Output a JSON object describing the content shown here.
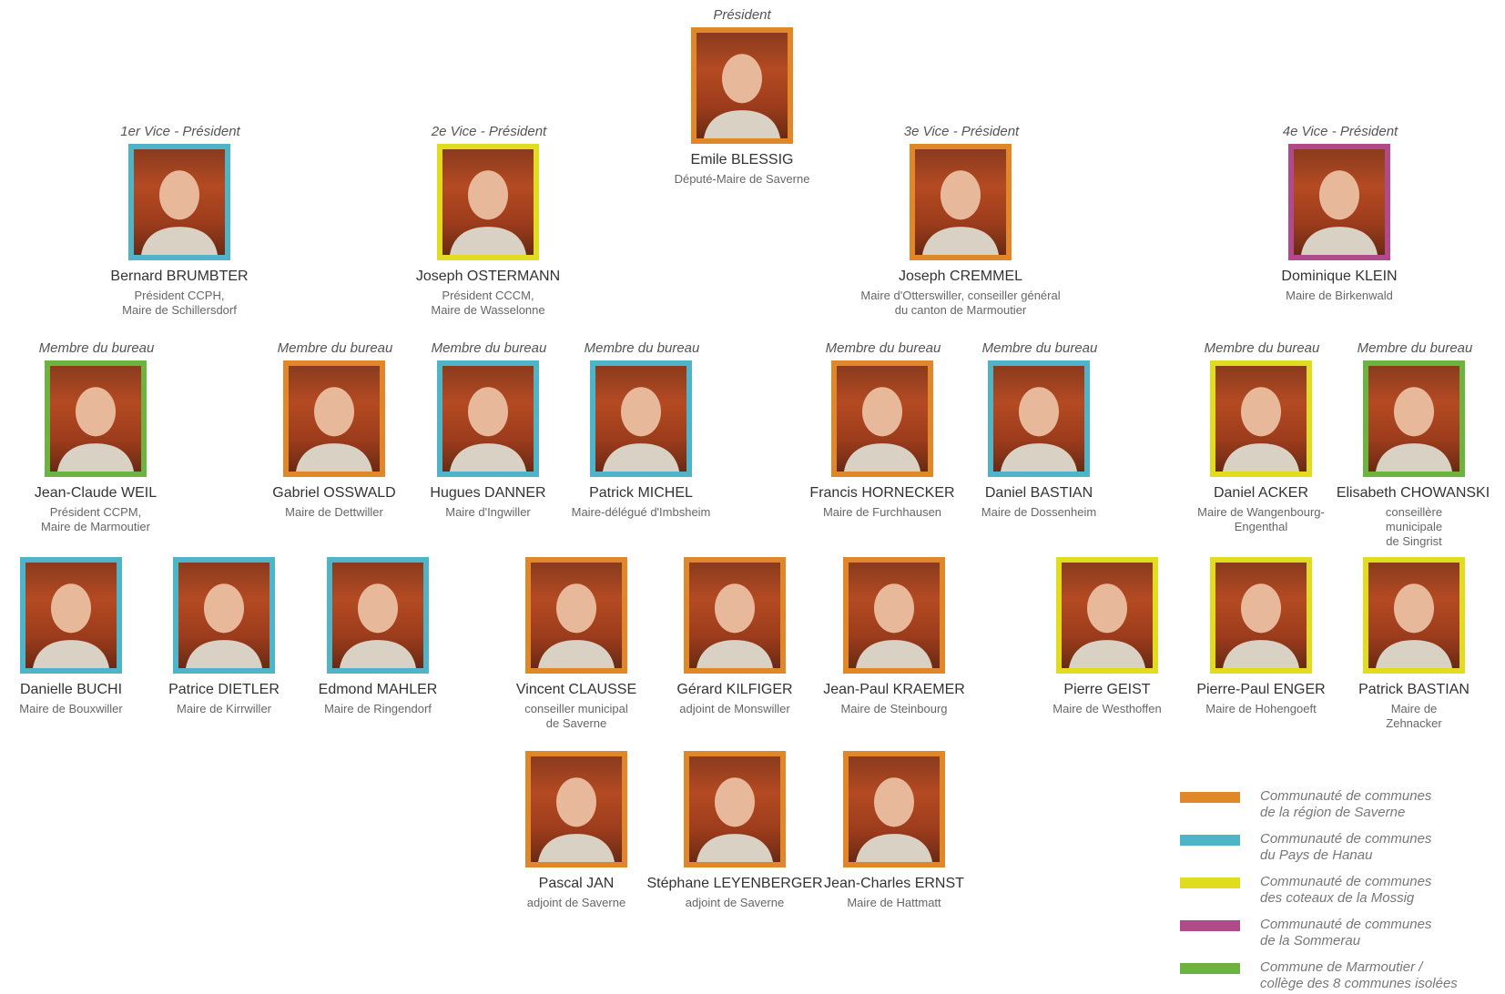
{
  "colors": {
    "orange": "#e0872a",
    "blue": "#4fb4c8",
    "yellow": "#e2dc1f",
    "purple": "#b04a8a",
    "green": "#6db33f"
  },
  "members": [
    {
      "role": "Président",
      "name": "Emile BLESSIG",
      "desc": "Député-Maire de Saverne",
      "color": "orange"
    },
    {
      "role": "1er Vice - Président",
      "name": "Bernard BRUMBTER",
      "desc": "Président CCPH,\nMaire de Schillersdorf",
      "color": "blue"
    },
    {
      "role": "2e Vice - Président",
      "name": "Joseph OSTERMANN",
      "desc": "Président CCCM,\nMaire de Wasselonne",
      "color": "yellow"
    },
    {
      "role": "3e Vice - Président",
      "name": "Joseph CREMMEL",
      "desc": "Maire d'Otterswiller, conseiller général\ndu canton de Marmoutier",
      "color": "orange"
    },
    {
      "role": "4e Vice - Président",
      "name": "Dominique KLEIN",
      "desc": "Maire de Birkenwald",
      "color": "purple"
    },
    {
      "role": "Membre du bureau",
      "name": "Jean-Claude WEIL",
      "desc": "Président CCPM,\nMaire de Marmoutier",
      "color": "green"
    },
    {
      "role": "Membre du bureau",
      "name": "Gabriel OSSWALD",
      "desc": "Maire de Dettwiller",
      "color": "orange"
    },
    {
      "role": "Membre du bureau",
      "name": "Hugues DANNER",
      "desc": "Maire d'Ingwiller",
      "color": "blue"
    },
    {
      "role": "Membre du bureau",
      "name": "Patrick MICHEL",
      "desc": "Maire-délégué d'Imbsheim",
      "color": "blue"
    },
    {
      "role": "Membre du bureau",
      "name": "Francis HORNECKER",
      "desc": "Maire de Furchhausen",
      "color": "orange"
    },
    {
      "role": "Membre du bureau",
      "name": "Daniel BASTIAN",
      "desc": "Maire de Dossenheim",
      "color": "blue"
    },
    {
      "role": "Membre du bureau",
      "name": "Daniel ACKER",
      "desc": "Maire de Wangenbourg-\nEngenthal",
      "color": "yellow"
    },
    {
      "role": "Membre du bureau",
      "name": "Elisabeth CHOWANSKI",
      "desc": "conseillère municipale\nde Singrist",
      "color": "green"
    },
    {
      "role": "",
      "name": "Danielle BUCHI",
      "desc": "Maire de Bouxwiller",
      "color": "blue"
    },
    {
      "role": "",
      "name": "Patrice DIETLER",
      "desc": "Maire de Kirrwiller",
      "color": "blue"
    },
    {
      "role": "",
      "name": "Edmond MAHLER",
      "desc": "Maire de Ringendorf",
      "color": "blue"
    },
    {
      "role": "",
      "name": "Vincent CLAUSSE",
      "desc": "conseiller municipal\nde Saverne",
      "color": "orange"
    },
    {
      "role": "",
      "name": "Gérard KILFIGER",
      "desc": "adjoint de Monswiller",
      "color": "orange"
    },
    {
      "role": "",
      "name": "Jean-Paul KRAEMER",
      "desc": "Maire de Steinbourg",
      "color": "orange"
    },
    {
      "role": "",
      "name": "Pierre GEIST",
      "desc": "Maire de Westhoffen",
      "color": "yellow"
    },
    {
      "role": "",
      "name": "Pierre-Paul ENGER",
      "desc": "Maire de Hohengoeft",
      "color": "yellow"
    },
    {
      "role": "",
      "name": "Patrick BASTIAN",
      "desc": "Maire de Zehnacker",
      "color": "yellow"
    },
    {
      "role": "",
      "name": "Pascal JAN",
      "desc": "adjoint de Saverne",
      "color": "orange"
    },
    {
      "role": "",
      "name": "Stéphane LEYENBERGER",
      "desc": "adjoint de Saverne",
      "color": "orange"
    },
    {
      "role": "",
      "name": "Jean-Charles ERNST",
      "desc": "Maire de Hattmatt",
      "color": "orange"
    }
  ],
  "legend": [
    {
      "label": "Communauté de communes\nde la région de Saverne",
      "color": "orange"
    },
    {
      "label": "Communauté de communes\ndu Pays de Hanau",
      "color": "blue"
    },
    {
      "label": "Communauté de communes\ndes coteaux de la Mossig",
      "color": "yellow"
    },
    {
      "label": "Communauté de communes\nde la Sommerau",
      "color": "purple"
    },
    {
      "label": "Commune de Marmoutier /\ncollège des 8 communes isolées",
      "color": "green"
    }
  ]
}
